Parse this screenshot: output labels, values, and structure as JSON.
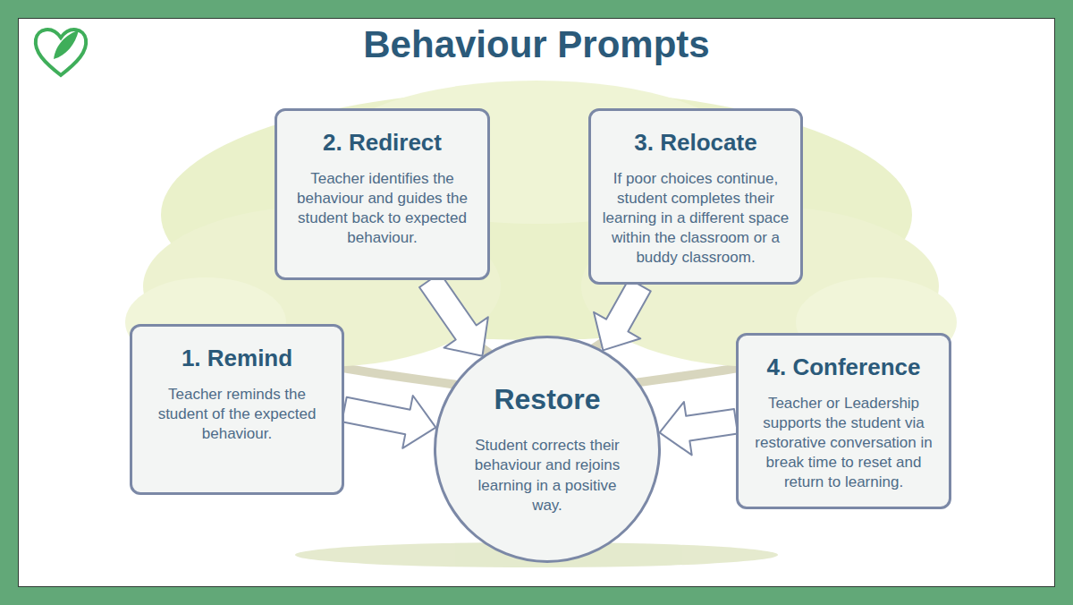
{
  "diagram": {
    "title": "Behaviour Prompts",
    "nodes": [
      {
        "text": [
          "1. Remind",
          "Teacher reminds the student of the expected behaviour."
        ]
      },
      {
        "text": [
          "2. Redirect",
          "Teacher identifies the behaviour and guides the student back to expected behaviour."
        ]
      },
      {
        "text": [
          "3. Relocate",
          "If poor choices continue, student completes their learning in a different space within the classroom or a buddy classroom."
        ]
      },
      {
        "text": [
          "4. Conference",
          "Teacher or Leadership supports the student via restorative conversation in break time to reset and return to learning."
        ]
      },
      {
        "text": [
          "Restore",
          "Student corrects their behaviour and rejoins learning in a positive way."
        ]
      }
    ],
    "edges": [
      {
        "from": 0,
        "to": 4,
        "arrow": "to"
      },
      {
        "from": 1,
        "to": 4,
        "arrow": "to"
      },
      {
        "from": 2,
        "to": 4,
        "arrow": "to"
      },
      {
        "from": 3,
        "to": 4,
        "arrow": "to"
      }
    ]
  }
}
